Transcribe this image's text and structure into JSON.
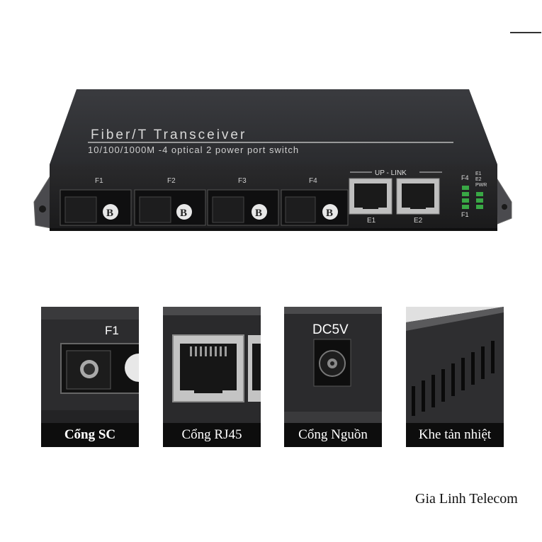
{
  "device": {
    "title": "Fiber/T Transceiver",
    "subtitle": "10/100/1000M -4 optical 2 power port switch",
    "sc_ports": [
      "F1",
      "F2",
      "F3",
      "F4"
    ],
    "sc_badge": "B",
    "uplink_label": "UP - LINK",
    "rj45_ports": [
      "E1",
      "E2"
    ],
    "led_labels_left": {
      "top": "F4",
      "bottom": "F1"
    },
    "led_labels_right": [
      "E1",
      "E2",
      "PWR"
    ]
  },
  "thumbnails": [
    {
      "caption": "Cổng SC",
      "label": "F1"
    },
    {
      "caption": "Cổng RJ45"
    },
    {
      "caption": "Cổng Nguồn",
      "label": "DC5V"
    },
    {
      "caption": "Khe tản nhiệt"
    }
  ],
  "brand": "Gia Linh Telecom"
}
